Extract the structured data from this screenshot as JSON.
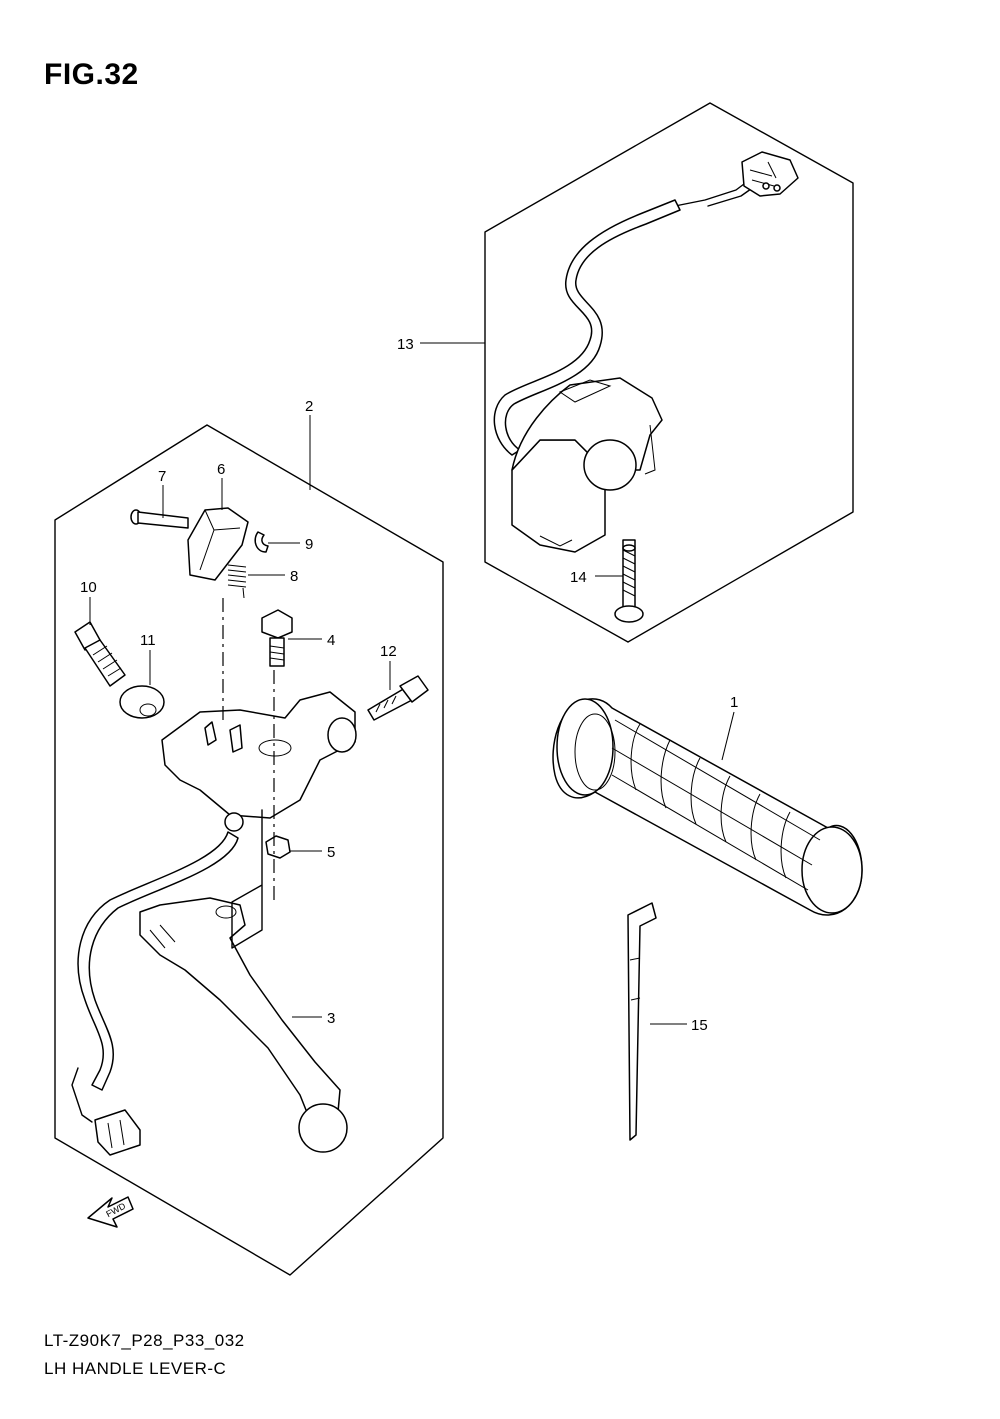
{
  "figure": {
    "title": "FIG.32",
    "footer_code": "LT-Z90K7_P28_P33_032",
    "footer_name": "LH HANDLE LEVER-C",
    "direction_label": "FWD"
  },
  "callouts": [
    {
      "id": "c1",
      "label": "1",
      "part": "handlebar grip"
    },
    {
      "id": "c2",
      "label": "2",
      "part": "lever holder assembly"
    },
    {
      "id": "c3",
      "label": "3",
      "part": "lever"
    },
    {
      "id": "c4",
      "label": "4",
      "part": "bolt"
    },
    {
      "id": "c5",
      "label": "5",
      "part": "nut"
    },
    {
      "id": "c6",
      "label": "6",
      "part": "switch"
    },
    {
      "id": "c7",
      "label": "7",
      "part": "pin"
    },
    {
      "id": "c8",
      "label": "8",
      "part": "spring"
    },
    {
      "id": "c9",
      "label": "9",
      "part": "clip"
    },
    {
      "id": "c10",
      "label": "10",
      "part": "adjuster"
    },
    {
      "id": "c11",
      "label": "11",
      "part": "lock nut"
    },
    {
      "id": "c12",
      "label": "12",
      "part": "bolt"
    },
    {
      "id": "c13",
      "label": "13",
      "part": "handle switch"
    },
    {
      "id": "c14",
      "label": "14",
      "part": "screw"
    },
    {
      "id": "c15",
      "label": "15",
      "part": "clamp strap"
    }
  ]
}
